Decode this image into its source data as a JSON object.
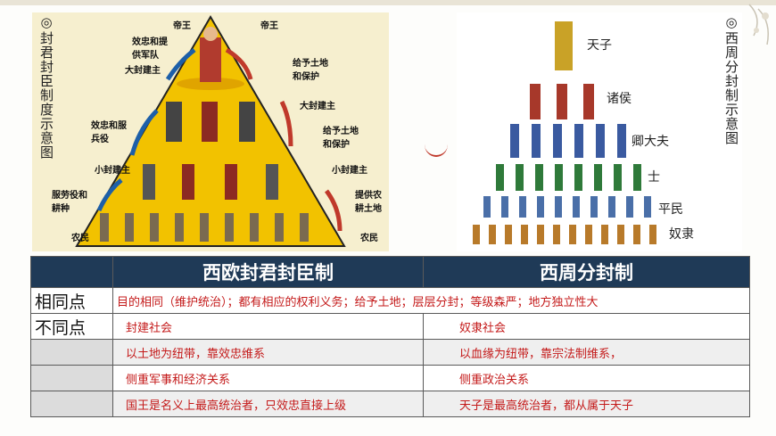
{
  "left_figure": {
    "title": "◎封君封臣制度示意图",
    "ranks": [
      "帝王",
      "大封建主",
      "小封建主",
      "农民"
    ],
    "left_labels": [
      "效忠和提供军队",
      "效忠和服兵役",
      "服劳役和耕种"
    ],
    "right_labels": [
      "帝王",
      "给予土地和保护",
      "大封建主",
      "给予土地和保护",
      "小封建主",
      "提供农耕土地",
      "农民"
    ]
  },
  "right_figure": {
    "title": "◎西周分封制示意图",
    "ranks": [
      "天子",
      "诸侯",
      "卿大夫",
      "士",
      "平民",
      "奴隶"
    ]
  },
  "table": {
    "headers": [
      "西欧封君封臣制",
      "西周分封制"
    ],
    "row_heads": [
      "相同点",
      "不同点"
    ],
    "same": "目的相同（维护统治）；都有相应的权利义务；给予土地；层层分封；等级森严；地方独立性大",
    "diff_rows": [
      [
        "封建社会",
        "奴隶社会"
      ],
      [
        "以土地为纽带，靠效忠维系",
        "以血缘为纽带，靠宗法制维系，"
      ],
      [
        "侧重军事和经济关系",
        "侧重政治关系"
      ],
      [
        "国王是名义上最高统治者，只效忠直接上级",
        "天子是最高统治者，都从属于天子"
      ]
    ]
  },
  "colors": {
    "header_bg": "#1f3a57",
    "text_red": "#c41a1a",
    "pyramid": "#f2c200",
    "arrow_blue": "#1d5fa8",
    "arrow_red": "#c0392b"
  }
}
